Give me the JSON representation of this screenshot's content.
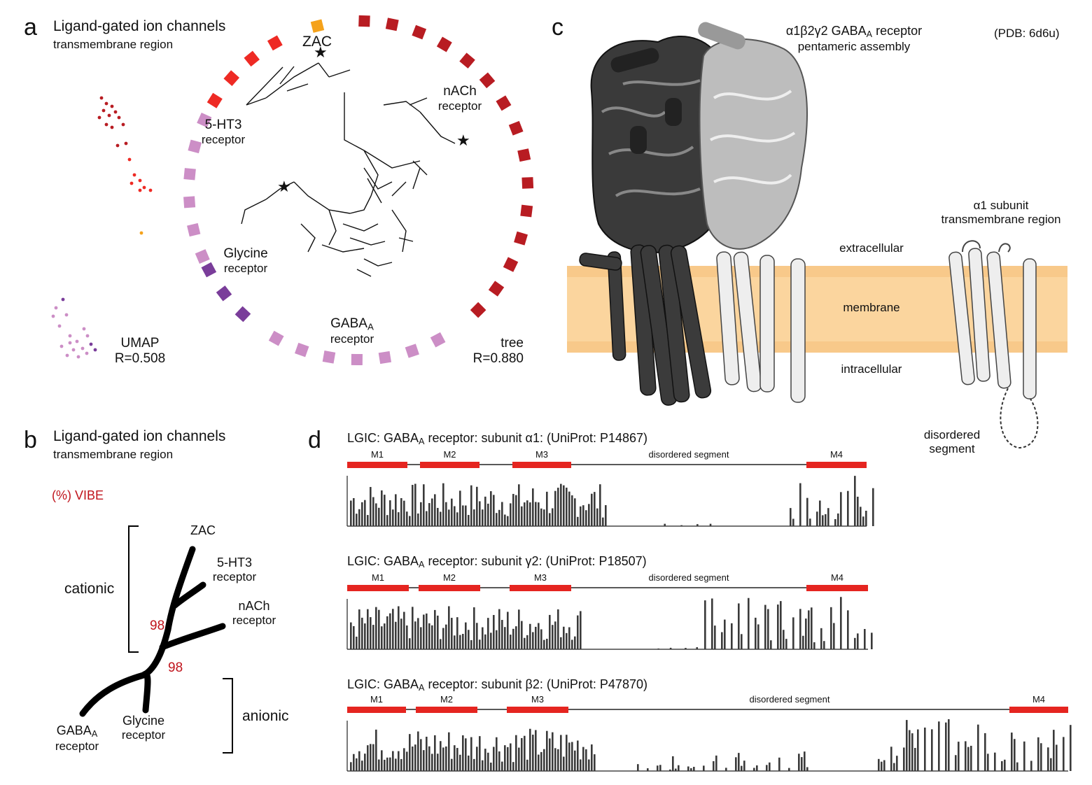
{
  "panel_a": {
    "label": "a",
    "title": "Ligand-gated ion channels",
    "subtitle": "transmembrane region",
    "umap_label": "UMAP",
    "umap_r": "R=0.508",
    "tree_label": "tree",
    "tree_r": "R=0.880",
    "clades": {
      "zac": "ZAC",
      "ht3_1": "5-HT3",
      "ht3_2": "receptor",
      "nach_1": "nACh",
      "nach_2": "receptor",
      "gly_1": "Glycine",
      "gly_2": "receptor",
      "gaba_1": "GABA",
      "gaba_sub": "A",
      "gaba_2": "receptor"
    },
    "colors": {
      "zac": "#f5a21b",
      "ht3": "#ee2a24",
      "nach": "#b81c22",
      "glycine": "#7a3d9a",
      "gaba": "#cc8ec6"
    }
  },
  "panel_b": {
    "label": "b",
    "title": "Ligand-gated ion channels",
    "subtitle": "transmembrane region",
    "vibe_label": "(%) VIBE",
    "cationic": "cationic",
    "anionic": "anionic",
    "support_upper": "98",
    "support_lower": "98",
    "leaves": {
      "zac": "ZAC",
      "ht3_1": "5-HT3",
      "ht3_2": "receptor",
      "nach_1": "nACh",
      "nach_2": "receptor",
      "gly_1": "Glycine",
      "gly_2": "receptor",
      "gaba_1": "GABA",
      "gaba_sub": "A",
      "gaba_2": "receptor"
    }
  },
  "panel_c": {
    "label": "c",
    "title_pre": "α1β2γ2 GABA",
    "title_sub": "A",
    "title_post": " receptor",
    "subtitle": "pentameric assembly",
    "pdb": "(PDB: 6d6u)",
    "extracellular": "extracellular",
    "membrane": "membrane",
    "intracellular": "intracellular",
    "subunit_title": "α1 subunit",
    "subunit_subtitle": "transmembrane region",
    "disordered_1": "disordered",
    "disordered_2": "segment",
    "membrane_color": "#fbd59e"
  },
  "panel_d": {
    "label": "d",
    "tracks": [
      {
        "title_pre": "LGIC: GABA",
        "title_sub": "A",
        "title_post": " receptor: subunit α1: (UniProt: P14867)",
        "segments": [
          "M1",
          "M2",
          "M3",
          "disordered segment",
          "M4"
        ]
      },
      {
        "title_pre": "LGIC: GABA",
        "title_sub": "A",
        "title_post": " receptor: subunit γ2: (UniProt: P18507)",
        "segments": [
          "M1",
          "M2",
          "M3",
          "disordered segment",
          "M4"
        ]
      },
      {
        "title_pre": "LGIC: GABA",
        "title_sub": "A",
        "title_post": " receptor: subunit β2: (UniProt: P47870)",
        "segments": [
          "M1",
          "M2",
          "M3",
          "disordered segment",
          "M4"
        ]
      }
    ],
    "segment_color": "#e52520"
  }
}
